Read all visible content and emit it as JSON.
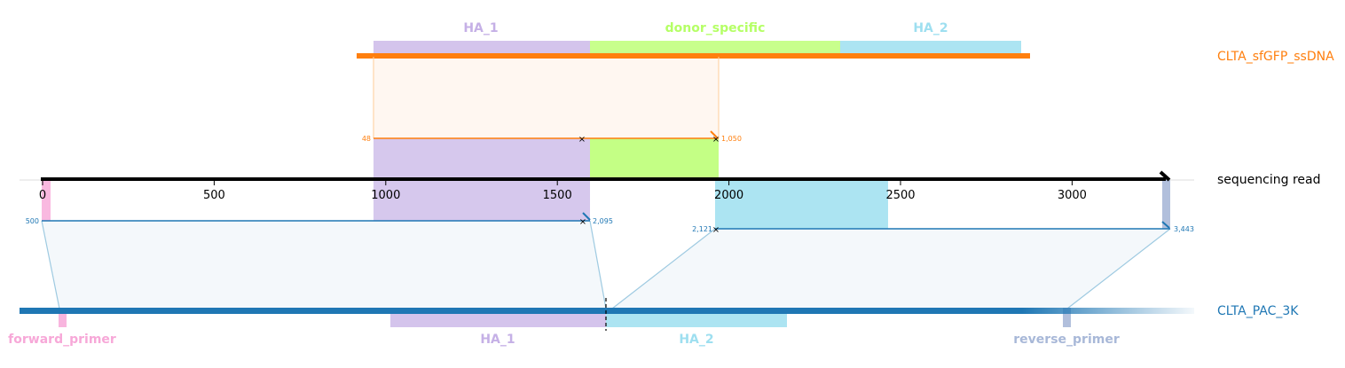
{
  "colors": {
    "ssdna": "#ff7f0e",
    "pac": "#1f77b4",
    "read": "#000000",
    "ha1": "#c5b0e6",
    "donor": "#b5ff66",
    "ha2": "#9edff0",
    "forward_primer": "#f7a8d8",
    "reverse_primer": "#a8b8d8"
  },
  "labels": {
    "ssdna": "CLTA_sfGFP_ssDNA",
    "read": "sequencing read",
    "pac": "CLTA_PAC_3K"
  },
  "ssdna_features": [
    {
      "name": "HA_1",
      "color": "#c5b0e6"
    },
    {
      "name": "donor_specific",
      "color": "#b5ff66"
    },
    {
      "name": "HA_2",
      "color": "#9edff0"
    }
  ],
  "pac_features": [
    {
      "name": "forward_primer",
      "color": "#f7a8d8"
    },
    {
      "name": "HA_1",
      "color": "#c5b0e6"
    },
    {
      "name": "HA_2",
      "color": "#9edff0"
    },
    {
      "name": "reverse_primer",
      "color": "#a8b8d8"
    }
  ],
  "axis": {
    "ticks": [
      {
        "label": "0",
        "value": 0
      },
      {
        "label": "500",
        "value": 500
      },
      {
        "label": "1000",
        "value": 1000
      },
      {
        "label": "1500",
        "value": 1500
      },
      {
        "label": "2000",
        "value": 2000
      },
      {
        "label": "2500",
        "value": 2500
      },
      {
        "label": "3000",
        "value": 3000
      }
    ]
  },
  "alignments": {
    "ssdna": {
      "start": "48",
      "end": "1,050"
    },
    "pac_1": {
      "start": "500",
      "end": "2,095"
    },
    "pac_2": {
      "start": "2,121",
      "end": "3,443"
    }
  }
}
